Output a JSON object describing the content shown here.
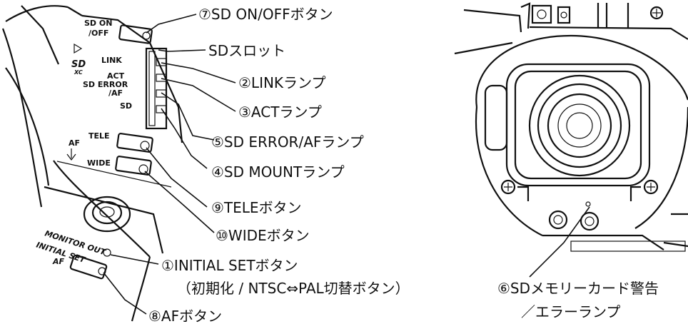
{
  "panel_labels": {
    "sd_on_off": "SD ON",
    "sd_on_off_2": "/OFF",
    "link": "LINK",
    "act": "ACT",
    "sd_error": "SD ERROR",
    "sd_error_2": "/AF",
    "sd": "SD",
    "tele": "TELE",
    "af": "AF",
    "wide": "WIDE",
    "monitor_out": "MONITOR OUT",
    "initial_set": "INITIAL SET",
    "af_bottom": "AF"
  },
  "callouts": {
    "c7": "⑦SD ON/OFFボタン",
    "slot": "SDスロット",
    "c2": "②LINKランプ",
    "c3": "③ACTランプ",
    "c5": "⑤SD ERROR/AFランプ",
    "c4": "④SD MOUNTランプ",
    "c9": "⑨TELEボタン",
    "c10": "⑩WIDEボタン",
    "c1": "①INITIAL SETボタン",
    "c1_sub": "（初期化 / NTSC⇔PAL切替ボタン）",
    "c8": "⑧AFボタン",
    "c6": "⑥SDメモリーカード警告",
    "c6_sub": "／エラーランプ"
  }
}
